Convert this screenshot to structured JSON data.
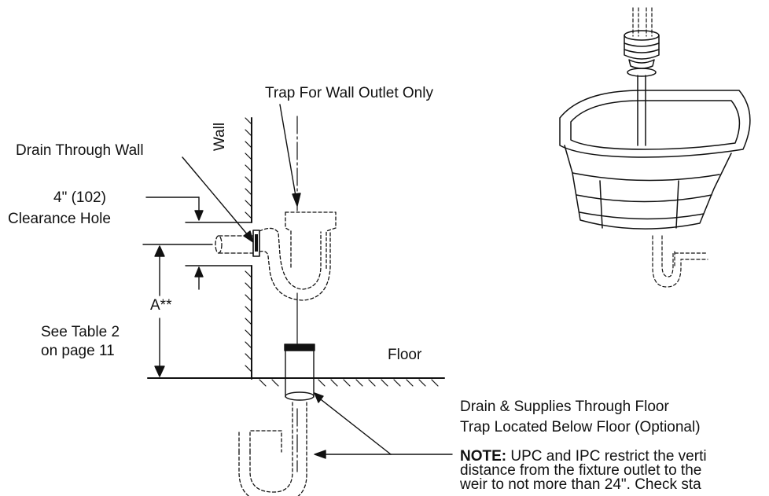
{
  "labels": {
    "trap_wall_outlet": "Trap For Wall Outlet Only",
    "wall": "Wall",
    "drain_through_wall": "Drain Through Wall",
    "clearance_size": "4\" (102)",
    "clearance_hole": "Clearance Hole",
    "dimension_a": "A**",
    "see_table_line1": "See Table 2",
    "see_table_line2": "on page 11",
    "floor": "Floor",
    "floor_drain_line1": "Drain & Supplies Through Floor",
    "floor_drain_line2": "Trap Located Below Floor (Optional)"
  },
  "note": {
    "prefix": "NOTE:",
    "line1": " UPC and IPC restrict the verti",
    "line2": "distance from the fixture outlet to the",
    "line3": "weir to not more than 24\". Check sta"
  }
}
